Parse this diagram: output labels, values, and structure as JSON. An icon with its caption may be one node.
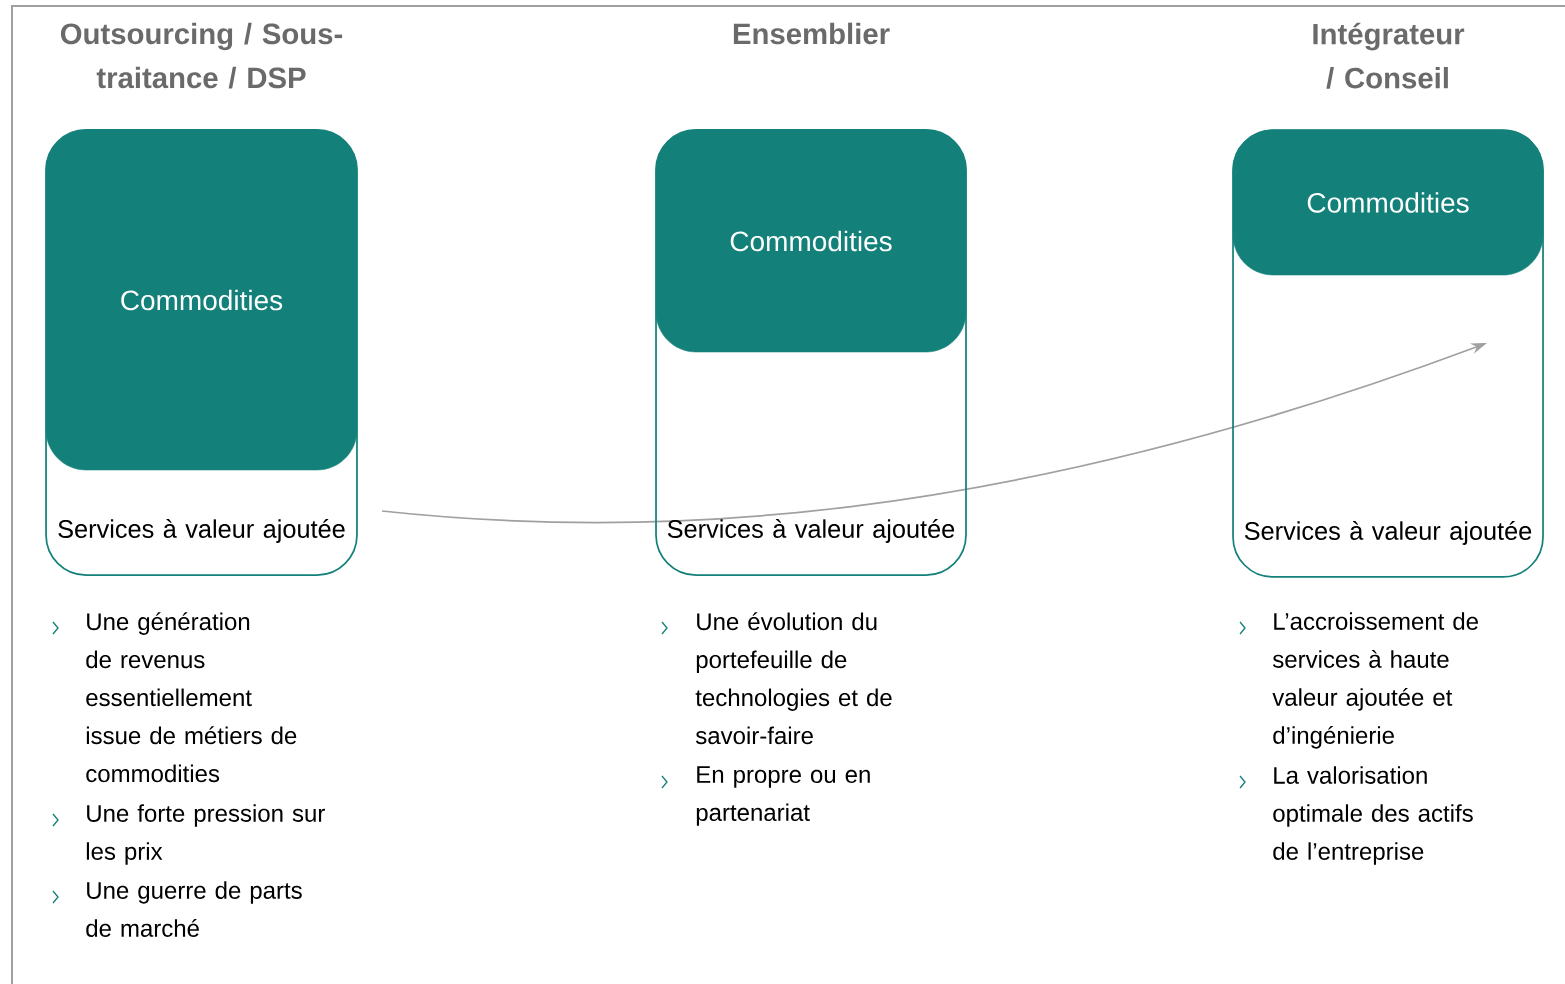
{
  "diagram": {
    "nodes": [
      {
        "text": [
          "Outsourcing / Sous-traitance / DSP",
          "Services à valeur ajoutée"
        ]
      },
      {
        "text": [
          "Commodities"
        ],
        "in": 0
      },
      {
        "text": [
          "Ensemblier",
          "Services à valeur ajoutée"
        ]
      },
      {
        "text": [
          "Commodities"
        ],
        "in": 2
      },
      {
        "text": [
          "Intégrateur / Conseil",
          "Services à valeur ajoutée"
        ]
      },
      {
        "text": [
          "Commodities"
        ],
        "in": 4
      }
    ],
    "labels": [
      "Une génération de revenus essentiellement issue de métiers de commodities",
      "Une forte pression sur les prix",
      "Une guerre de parts de marché",
      "Une évolution du portefeuille de technologies et de savoir-faire",
      "En propre ou en partenariat",
      "L’accroissement de services à haute valeur ajoutée et d’ingénierie",
      "La valorisation optimale des actifs de l’entreprise"
    ]
  }
}
